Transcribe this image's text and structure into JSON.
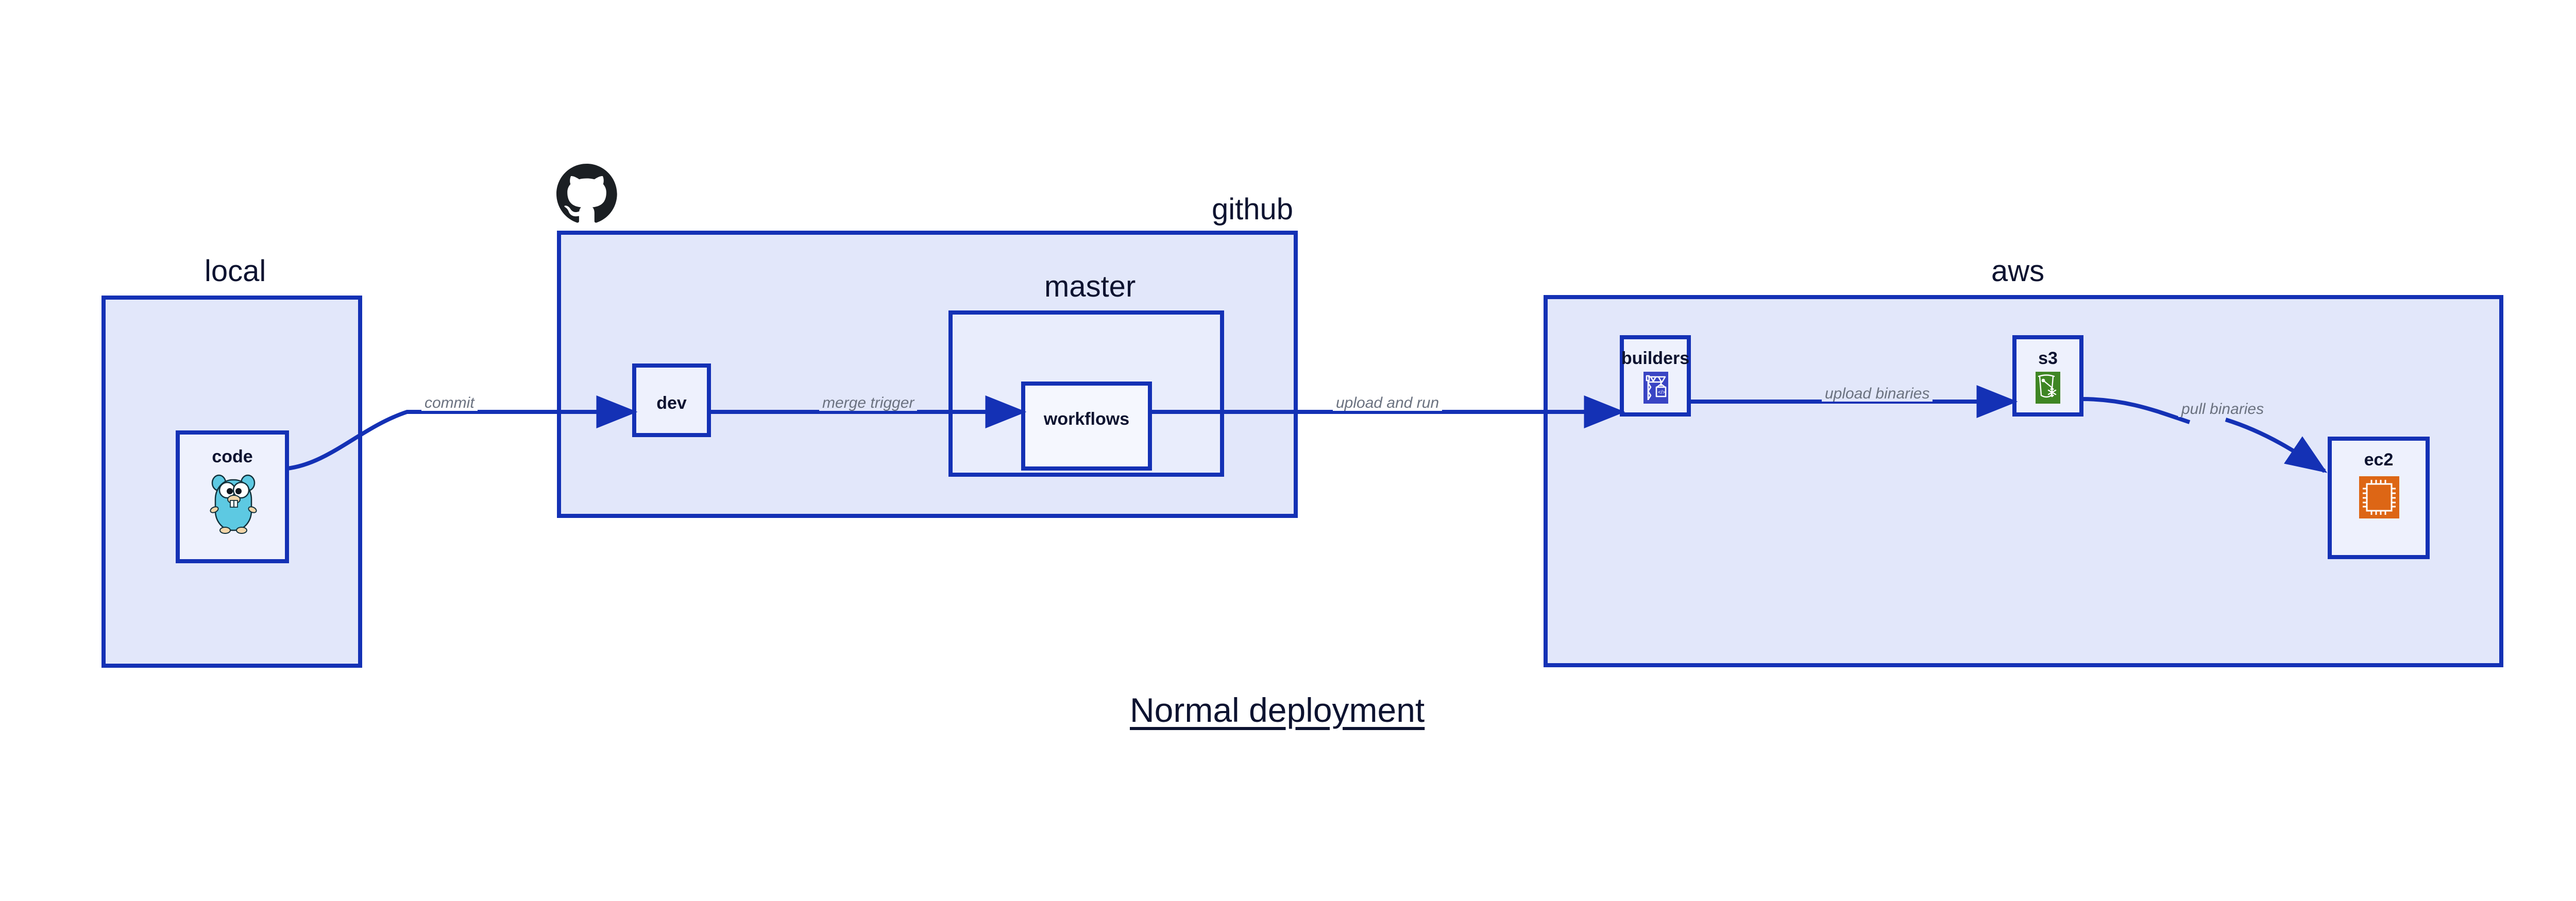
{
  "diagram": {
    "title": "Normal deployment",
    "background_color": "#ffffff",
    "border_color": "#1431b5",
    "container_fill": "#e2e7fa",
    "node_fill": "#eef1fd",
    "label_color": "#0d1330",
    "edge_label_color": "#6b7280"
  },
  "zones": [
    {
      "id": "local",
      "label": "local"
    },
    {
      "id": "github",
      "label": "github"
    },
    {
      "id": "master",
      "label": "master"
    },
    {
      "id": "aws",
      "label": "aws"
    }
  ],
  "nodes": [
    {
      "id": "code",
      "label": "code",
      "icon": "go-gopher-icon",
      "icon_color": "#5dc9e2"
    },
    {
      "id": "dev",
      "label": "dev",
      "icon": null,
      "icon_color": null
    },
    {
      "id": "workflows",
      "label": "workflows",
      "icon": null,
      "icon_color": null
    },
    {
      "id": "builders",
      "label": "builders",
      "icon": "aws-builders-icon",
      "icon_color": "#3a45c4"
    },
    {
      "id": "s3",
      "label": "s3",
      "icon": "aws-s3-icon",
      "icon_color": "#3f8624"
    },
    {
      "id": "ec2",
      "label": "ec2",
      "icon": "aws-ec2-icon",
      "icon_color": "#dd6615"
    }
  ],
  "edges": [
    {
      "id": "commit",
      "label": "commit",
      "from": "code",
      "to": "dev"
    },
    {
      "id": "merge-trigger",
      "label": "merge trigger",
      "from": "dev",
      "to": "workflows"
    },
    {
      "id": "upload-and-run",
      "label": "upload and run",
      "from": "workflows",
      "to": "builders"
    },
    {
      "id": "upload-binaries",
      "label": "upload binaries",
      "from": "builders",
      "to": "s3"
    },
    {
      "id": "pull-binaries",
      "label": "pull binaries",
      "from": "s3",
      "to": "ec2"
    }
  ],
  "logos": [
    {
      "id": "github-octocat",
      "name": "github-octocat-icon",
      "color": "#1b1f23"
    }
  ]
}
